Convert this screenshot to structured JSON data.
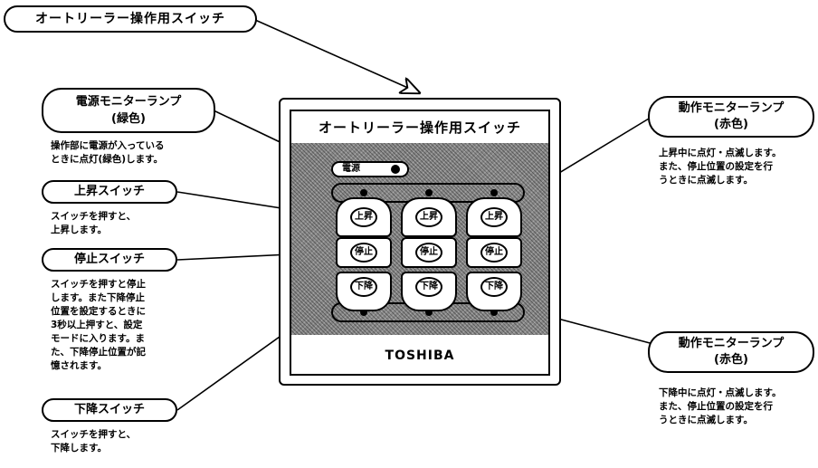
{
  "title": "オートリーラー操作用スイッチ",
  "panel": {
    "title": "オートリーラー操作用スイッチ",
    "power_label": "電源",
    "brand": "TOSHIBA",
    "buttons": {
      "up": "上昇",
      "stop": "停止",
      "down": "下降"
    }
  },
  "callouts": {
    "power_lamp": {
      "label_line1": "電源モニターランプ",
      "label_line2": "(緑色)",
      "description": "操作部に電源が入っている\nときに点灯(緑色)します。"
    },
    "up_switch": {
      "label": "上昇スイッチ",
      "description": "スイッチを押すと、\n上昇します。"
    },
    "stop_switch": {
      "label": "停止スイッチ",
      "description": "スイッチを押すと停止\nします。また下降停止\n位置を設定するときに\n3秒以上押すと、設定\nモードに入ります。ま\nた、下降停止位置が記\n憶されます。"
    },
    "down_switch": {
      "label": "下降スイッチ",
      "description": "スイッチを押すと、\n下降します。"
    },
    "op_lamp_top": {
      "label_line1": "動作モニターランプ",
      "label_line2": "(赤色)",
      "description": "上昇中に点灯・点滅します。\nまた、停止位置の設定を行\nうときに点滅します。"
    },
    "op_lamp_bottom": {
      "label_line1": "動作モニターランプ",
      "label_line2": "(赤色)",
      "description": "下降中に点灯・点滅します。\nまた、停止位置の設定を行\nうときに点滅します。"
    }
  },
  "colors": {
    "panel_texture": "#8a8a8a",
    "ink": "#000000"
  }
}
